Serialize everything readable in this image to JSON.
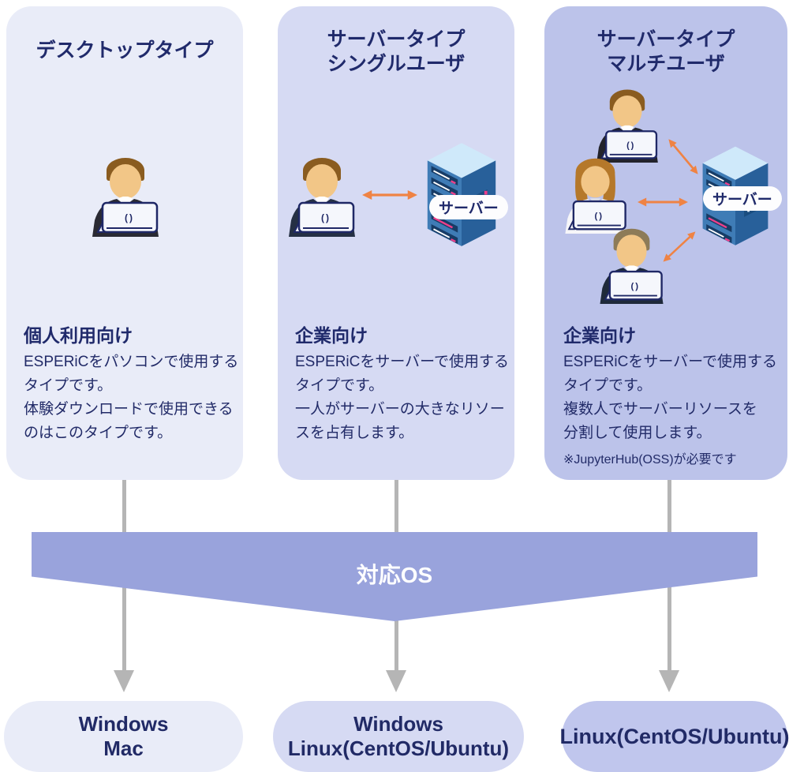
{
  "cards": [
    {
      "title1": "デスクトップタイプ",
      "heading": "個人利用向け",
      "body": "ESPERiCをパソコンで使用する\nタイプです。\n体験ダウンロードで使用できる\nのはこのタイプです。"
    },
    {
      "title1": "サーバータイプ",
      "title2": "シングルユーザ",
      "heading": "企業向け",
      "body": "ESPERiCをサーバーで使用する\nタイプです。\n一人がサーバーの大きなリソー\nスを占有します。"
    },
    {
      "title1": "サーバータイプ",
      "title2": "マルチユーザ",
      "heading": "企業向け",
      "body": "ESPERiCをサーバーで使用する\nタイプです。\n複数人でサーバーリソースを\n分割して使用します。",
      "note": "※JupyterHub(OSS)が必要です"
    }
  ],
  "labels": {
    "server": "サーバー",
    "laptop_glyph": "()"
  },
  "banner": {
    "label": "対応OS"
  },
  "os_pills": [
    {
      "line1": "Windows",
      "line2": "Mac"
    },
    {
      "line1": "Windows",
      "line2": "Linux(CentOS/Ubuntu)"
    },
    {
      "line1": "Linux(CentOS/Ubuntu)"
    }
  ],
  "colors": {
    "card_light": "#e9ecf8",
    "card_medium": "#d6daf3",
    "card_dark": "#bcc3ea",
    "banner": "#99a3dc",
    "text_navy": "#202a6b",
    "arrow_gray": "#b5b5b5",
    "arrow_orange": "#ef8344",
    "server_blue": "#3f7cb6"
  }
}
